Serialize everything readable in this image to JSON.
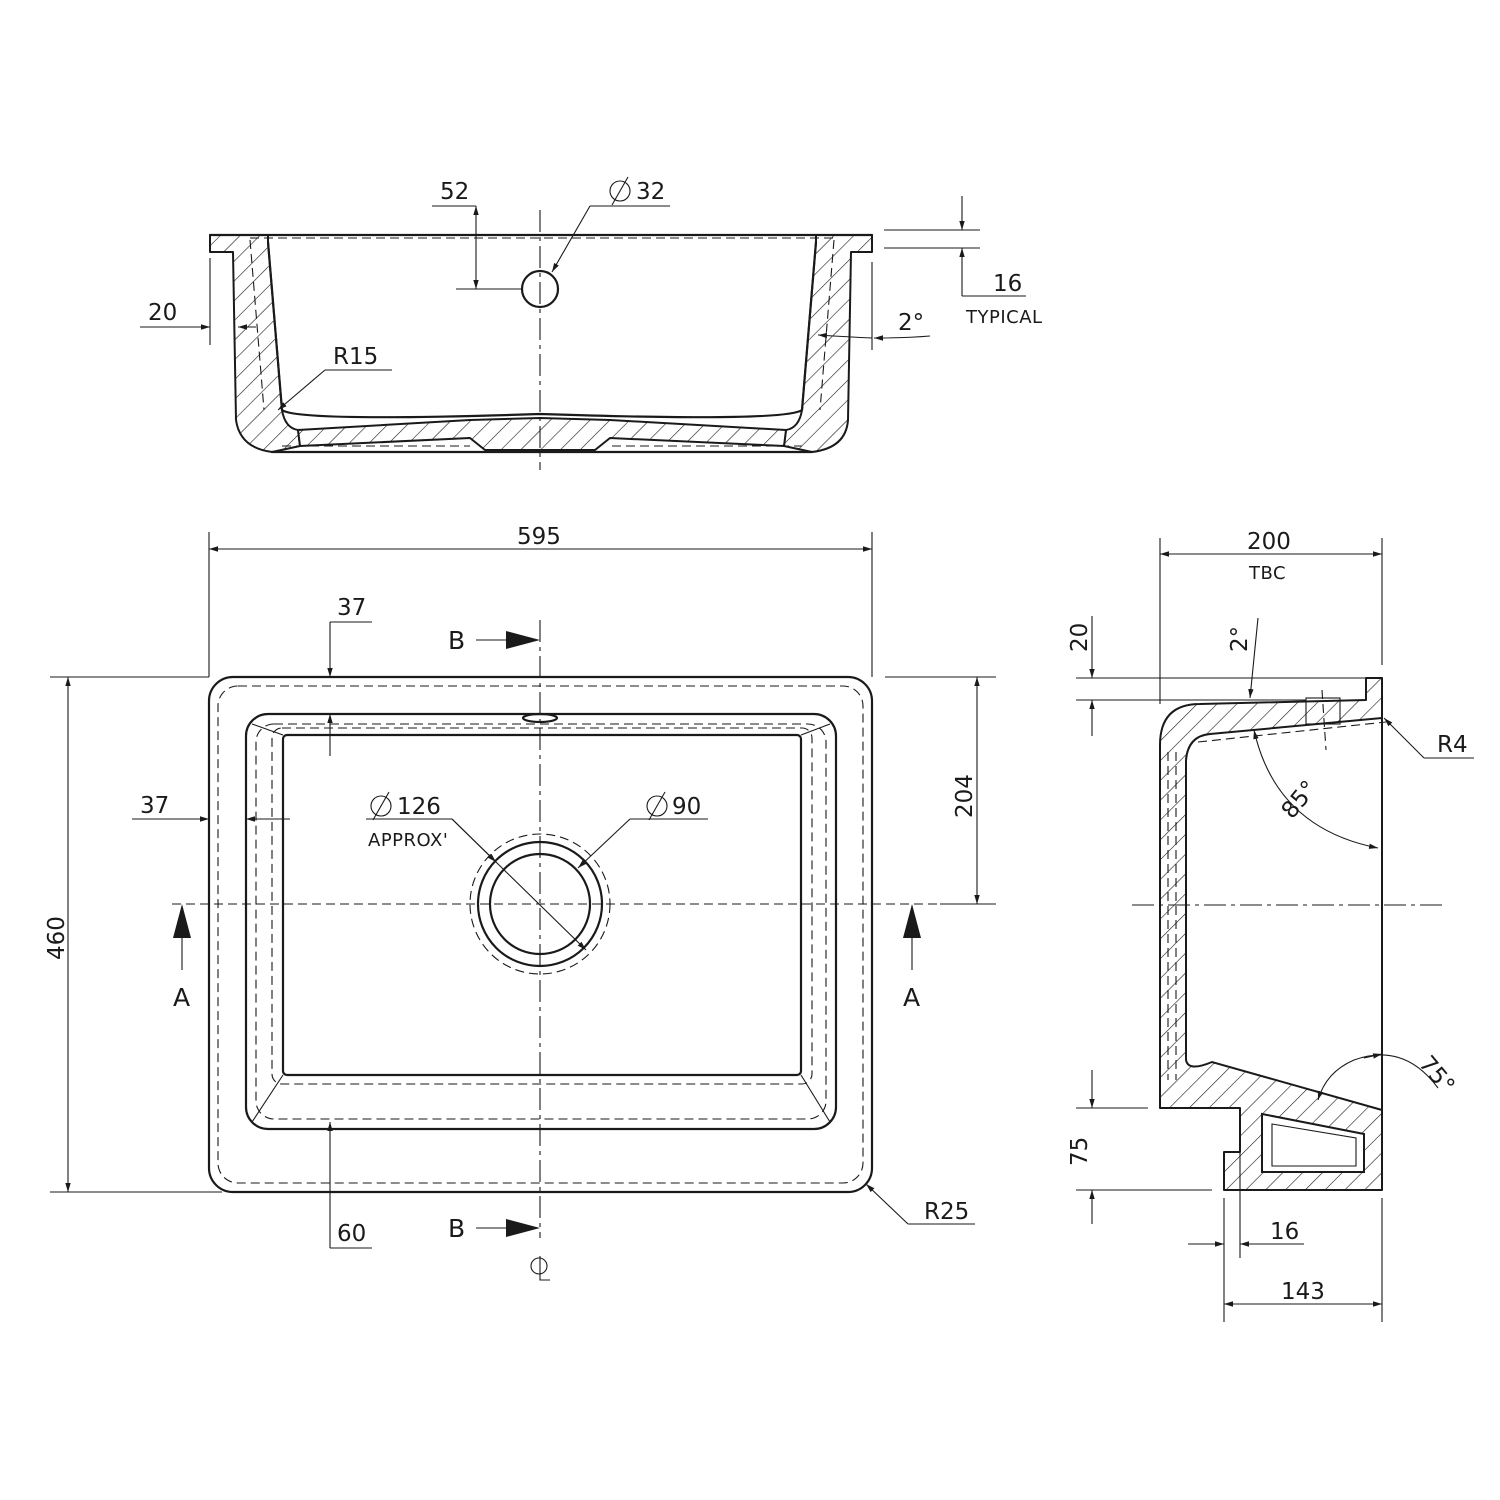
{
  "front_section": {
    "hole_offset": "52",
    "hole_diameter": "32",
    "wall_thickness": "20",
    "wall_typical": "16",
    "typical_note": "TYPICAL",
    "draft_angle": "2°",
    "corner_radius": "R15"
  },
  "plan_view": {
    "overall_width": "595",
    "overall_depth": "460",
    "inner_offset_top": "37",
    "inner_offset_left": "37",
    "waste_centre": "204",
    "waste_outer_diameter": "126",
    "approx_note": "APPROX'",
    "waste_inner_diameter": "90",
    "bottom_offset": "60",
    "corner_radius": "R25",
    "section_a": "A",
    "section_b": "B",
    "centre_line": "CL"
  },
  "side_section": {
    "overall_depth": "200",
    "tbc_note": "TBC",
    "rim_height": "20",
    "draft_angle": "2°",
    "corner_radius": "R4",
    "back_angle": "85°",
    "front_angle": "75°",
    "apron_height": "75",
    "apron_thickness": "16",
    "base_width": "143"
  }
}
